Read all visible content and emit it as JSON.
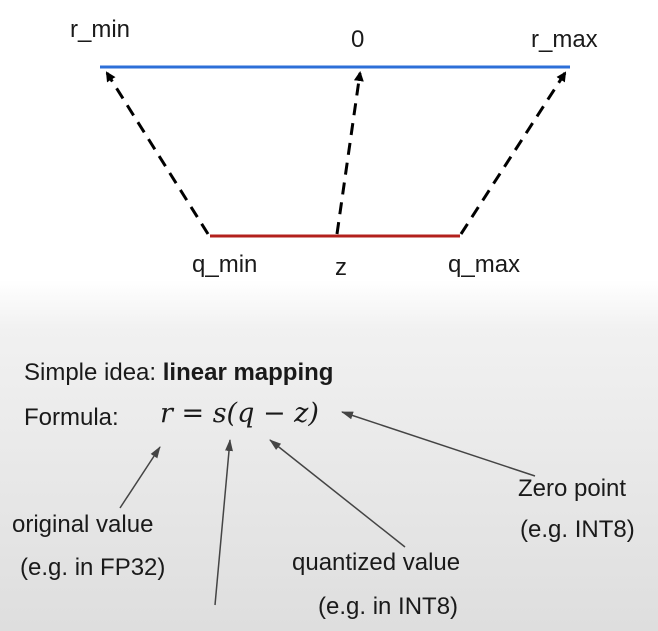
{
  "diagram": {
    "real_range": {
      "min_label": "r_min",
      "zero_label": "0",
      "max_label": "r_max",
      "color": "#2d6fd8"
    },
    "quant_range": {
      "min_label": "q_min",
      "zero_point_label": "z",
      "max_label": "q_max",
      "color": "#b3201c"
    },
    "arrow_style": "dashed"
  },
  "text": {
    "idea_prefix": "Simple idea: ",
    "idea_bold": "linear mapping",
    "formula_label": "Formula:",
    "formula": "r = s(q − z)",
    "annotations": {
      "original_value": "original value",
      "original_value_note": "(e.g. in FP32)",
      "quantized_value": "quantized value",
      "quantized_value_note": "(e.g. in INT8)",
      "zero_point": "Zero point",
      "zero_point_note": "(e.g. INT8)"
    }
  }
}
